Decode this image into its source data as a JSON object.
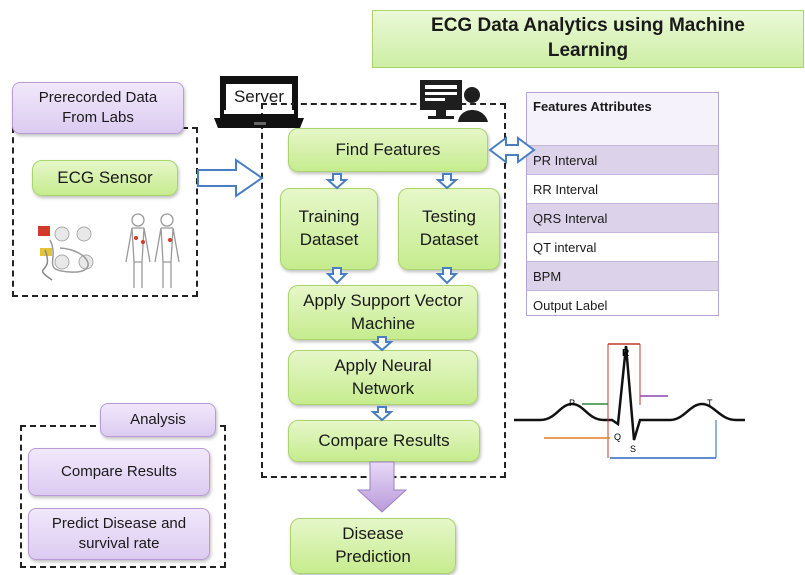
{
  "title": "ECG Data Analytics using Machine Learning",
  "left": {
    "prerecorded": "Prerecorded Data From Labs",
    "ecg_sensor": "ECG Sensor"
  },
  "server": {
    "label": "Server",
    "find_features": "Find Features",
    "training": "Training Dataset",
    "testing": "Testing Dataset",
    "svm": "Apply Support Vector Machine",
    "nn": "Apply Neural Network",
    "compare": "Compare Results"
  },
  "features": {
    "header": "Features Attributes",
    "rows": [
      "PR Interval",
      "RR Interval",
      "QRS Interval",
      "QT interval",
      "BPM",
      "Output Label"
    ]
  },
  "analysis": {
    "label": "Analysis",
    "compare": "Compare Results",
    "predict": "Predict Disease and survival rate"
  },
  "disease_prediction": "Disease Prediction",
  "ecg_wave": {
    "labels": [
      "P",
      "R",
      "Q",
      "S",
      "T"
    ]
  },
  "colors": {
    "green_box": "#c6ec8e",
    "purple_box": "#dccbf1",
    "arrow": "#4a7ec2",
    "ecg_red": "#c0392b"
  }
}
